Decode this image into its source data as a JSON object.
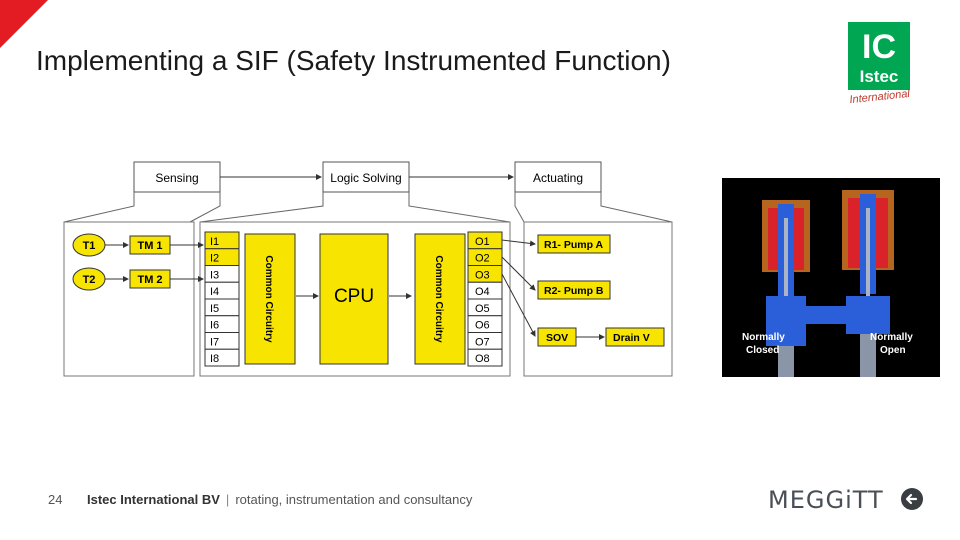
{
  "slide": {
    "title": "Implementing a SIF (Safety Instrumented Function)",
    "page_number": "24",
    "footer_company": "Istec International BV",
    "footer_separator": "|",
    "footer_tagline": "rotating, instrumentation and consultancy"
  },
  "logo": {
    "top": "IC",
    "middle": "Istec",
    "script": "International"
  },
  "brand": {
    "name": "MEGGiTT"
  },
  "colors": {
    "accent_red": "#e31b23",
    "logo_green": "#00a651",
    "box_yellow": "#f7e400"
  },
  "diagram": {
    "stages": [
      "Sensing",
      "Logic Solving",
      "Actuating"
    ],
    "sensors": [
      "T1",
      "T2"
    ],
    "transmitters": [
      "TM 1",
      "TM 2"
    ],
    "inputs": [
      "I1",
      "I2",
      "I3",
      "I4",
      "I5",
      "I6",
      "I7",
      "I8"
    ],
    "outputs": [
      "O1",
      "O2",
      "O3",
      "O4",
      "O5",
      "O6",
      "O7",
      "O8"
    ],
    "common_circuitry": "Common Circuitry",
    "cpu": "CPU",
    "actuators": [
      "R1- Pump A",
      "R2- Pump B",
      "SOV"
    ],
    "drain": "Drain V"
  },
  "valve_image": {
    "left_label_1": "Normally",
    "left_label_2": "Closed",
    "right_label_1": "Normally",
    "right_label_2": "Open"
  },
  "icons": {
    "back": "arrow-left-icon"
  }
}
